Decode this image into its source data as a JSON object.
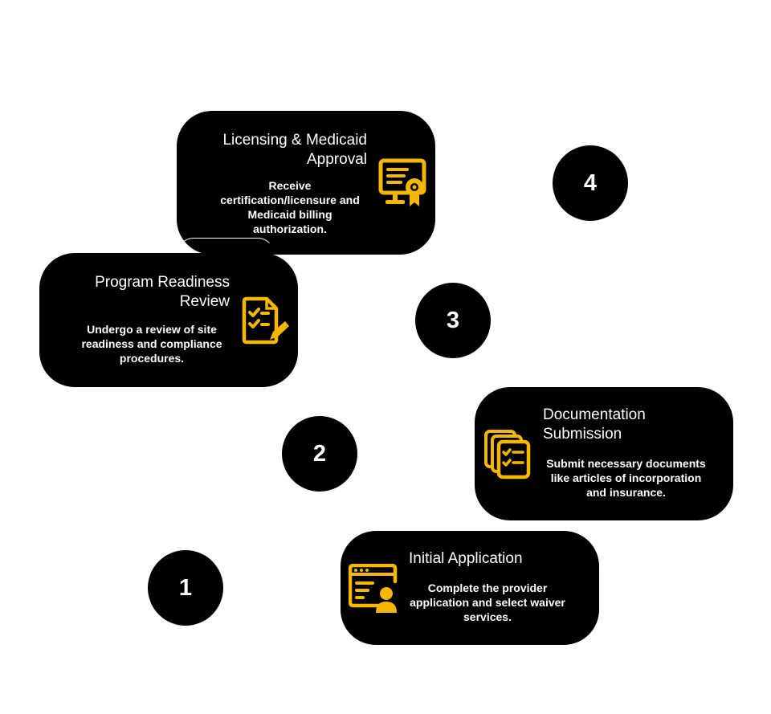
{
  "accent_color": "#F5B700",
  "steps": [
    {
      "number": "1",
      "title": "Initial Application",
      "description": "Complete the provider application and select waiver services.",
      "icon": "user-window-icon"
    },
    {
      "number": "2",
      "title": "Documentation Submission",
      "description": "Submit necessary documents like articles of incorporation and insurance.",
      "icon": "document-stack-icon"
    },
    {
      "number": "3",
      "title": "Program Readiness Review",
      "description": "Undergo a review of site readiness and compliance procedures.",
      "icon": "checklist-pen-icon"
    },
    {
      "number": "4",
      "title": "Licensing & Medicaid Approval",
      "description": "Receive certification/licensure and Medicaid billing authorization.",
      "icon": "certificate-icon"
    }
  ]
}
